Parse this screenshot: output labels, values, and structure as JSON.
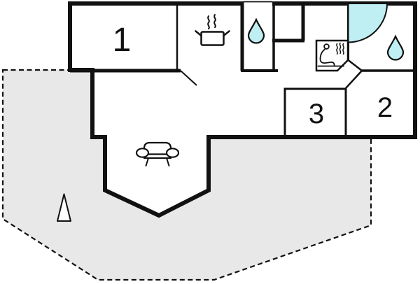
{
  "page": {
    "title": "Holiday home floor plan"
  },
  "rooms": [
    {
      "label": "1",
      "name": "bedroom-1"
    },
    {
      "label": "2",
      "name": "bedroom-2"
    },
    {
      "label": "3",
      "name": "bedroom-3"
    }
  ],
  "areas": {
    "terrace": "terrace-patio",
    "living_room": "living-room-with-sofa",
    "kitchen": "kitchen-with-stove",
    "bathroom_small": "wc-with-water-drop",
    "bathroom_large": "bathroom-with-corner-shower-and-water-drop",
    "sauna": "sauna-room"
  },
  "icons": {
    "kitchen_pot": "cooking-pot-with-steam",
    "water_drop_small_room": "water-drop",
    "water_drop_bathroom": "water-drop",
    "corner_shower": "quarter-circle-corner-shower",
    "sauna_person": "person-on-sauna-bench-with-steam",
    "sofa": "sofa-top-view",
    "tree_marker": "cone-tree-marker",
    "door_swing": "door-leaf-swing",
    "window": "window-thin-line"
  },
  "colors": {
    "wall": "#111111",
    "water": "#bfeff3",
    "terrace": "#e8e8e8",
    "floor": "#ffffff"
  }
}
